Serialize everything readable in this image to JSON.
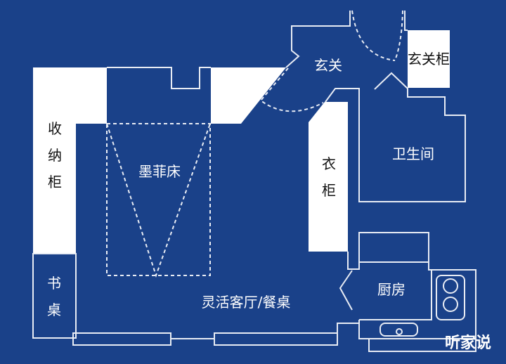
{
  "colors": {
    "background": "#1a4189",
    "line": "#e8ecf4",
    "furniture": "#ffffff"
  },
  "rooms": {
    "entrance": "玄关",
    "entrance_cabinet": "玄关柜",
    "bathroom": "卫生间",
    "wardrobe": [
      "衣",
      "柜"
    ],
    "storage_cabinet": [
      "收",
      "纳",
      "柜"
    ],
    "murphy_bed": "墨菲床",
    "desk": [
      "书",
      "桌"
    ],
    "living_dining": "灵活客厅/餐桌",
    "kitchen": "厨房"
  },
  "watermark": "听家说"
}
